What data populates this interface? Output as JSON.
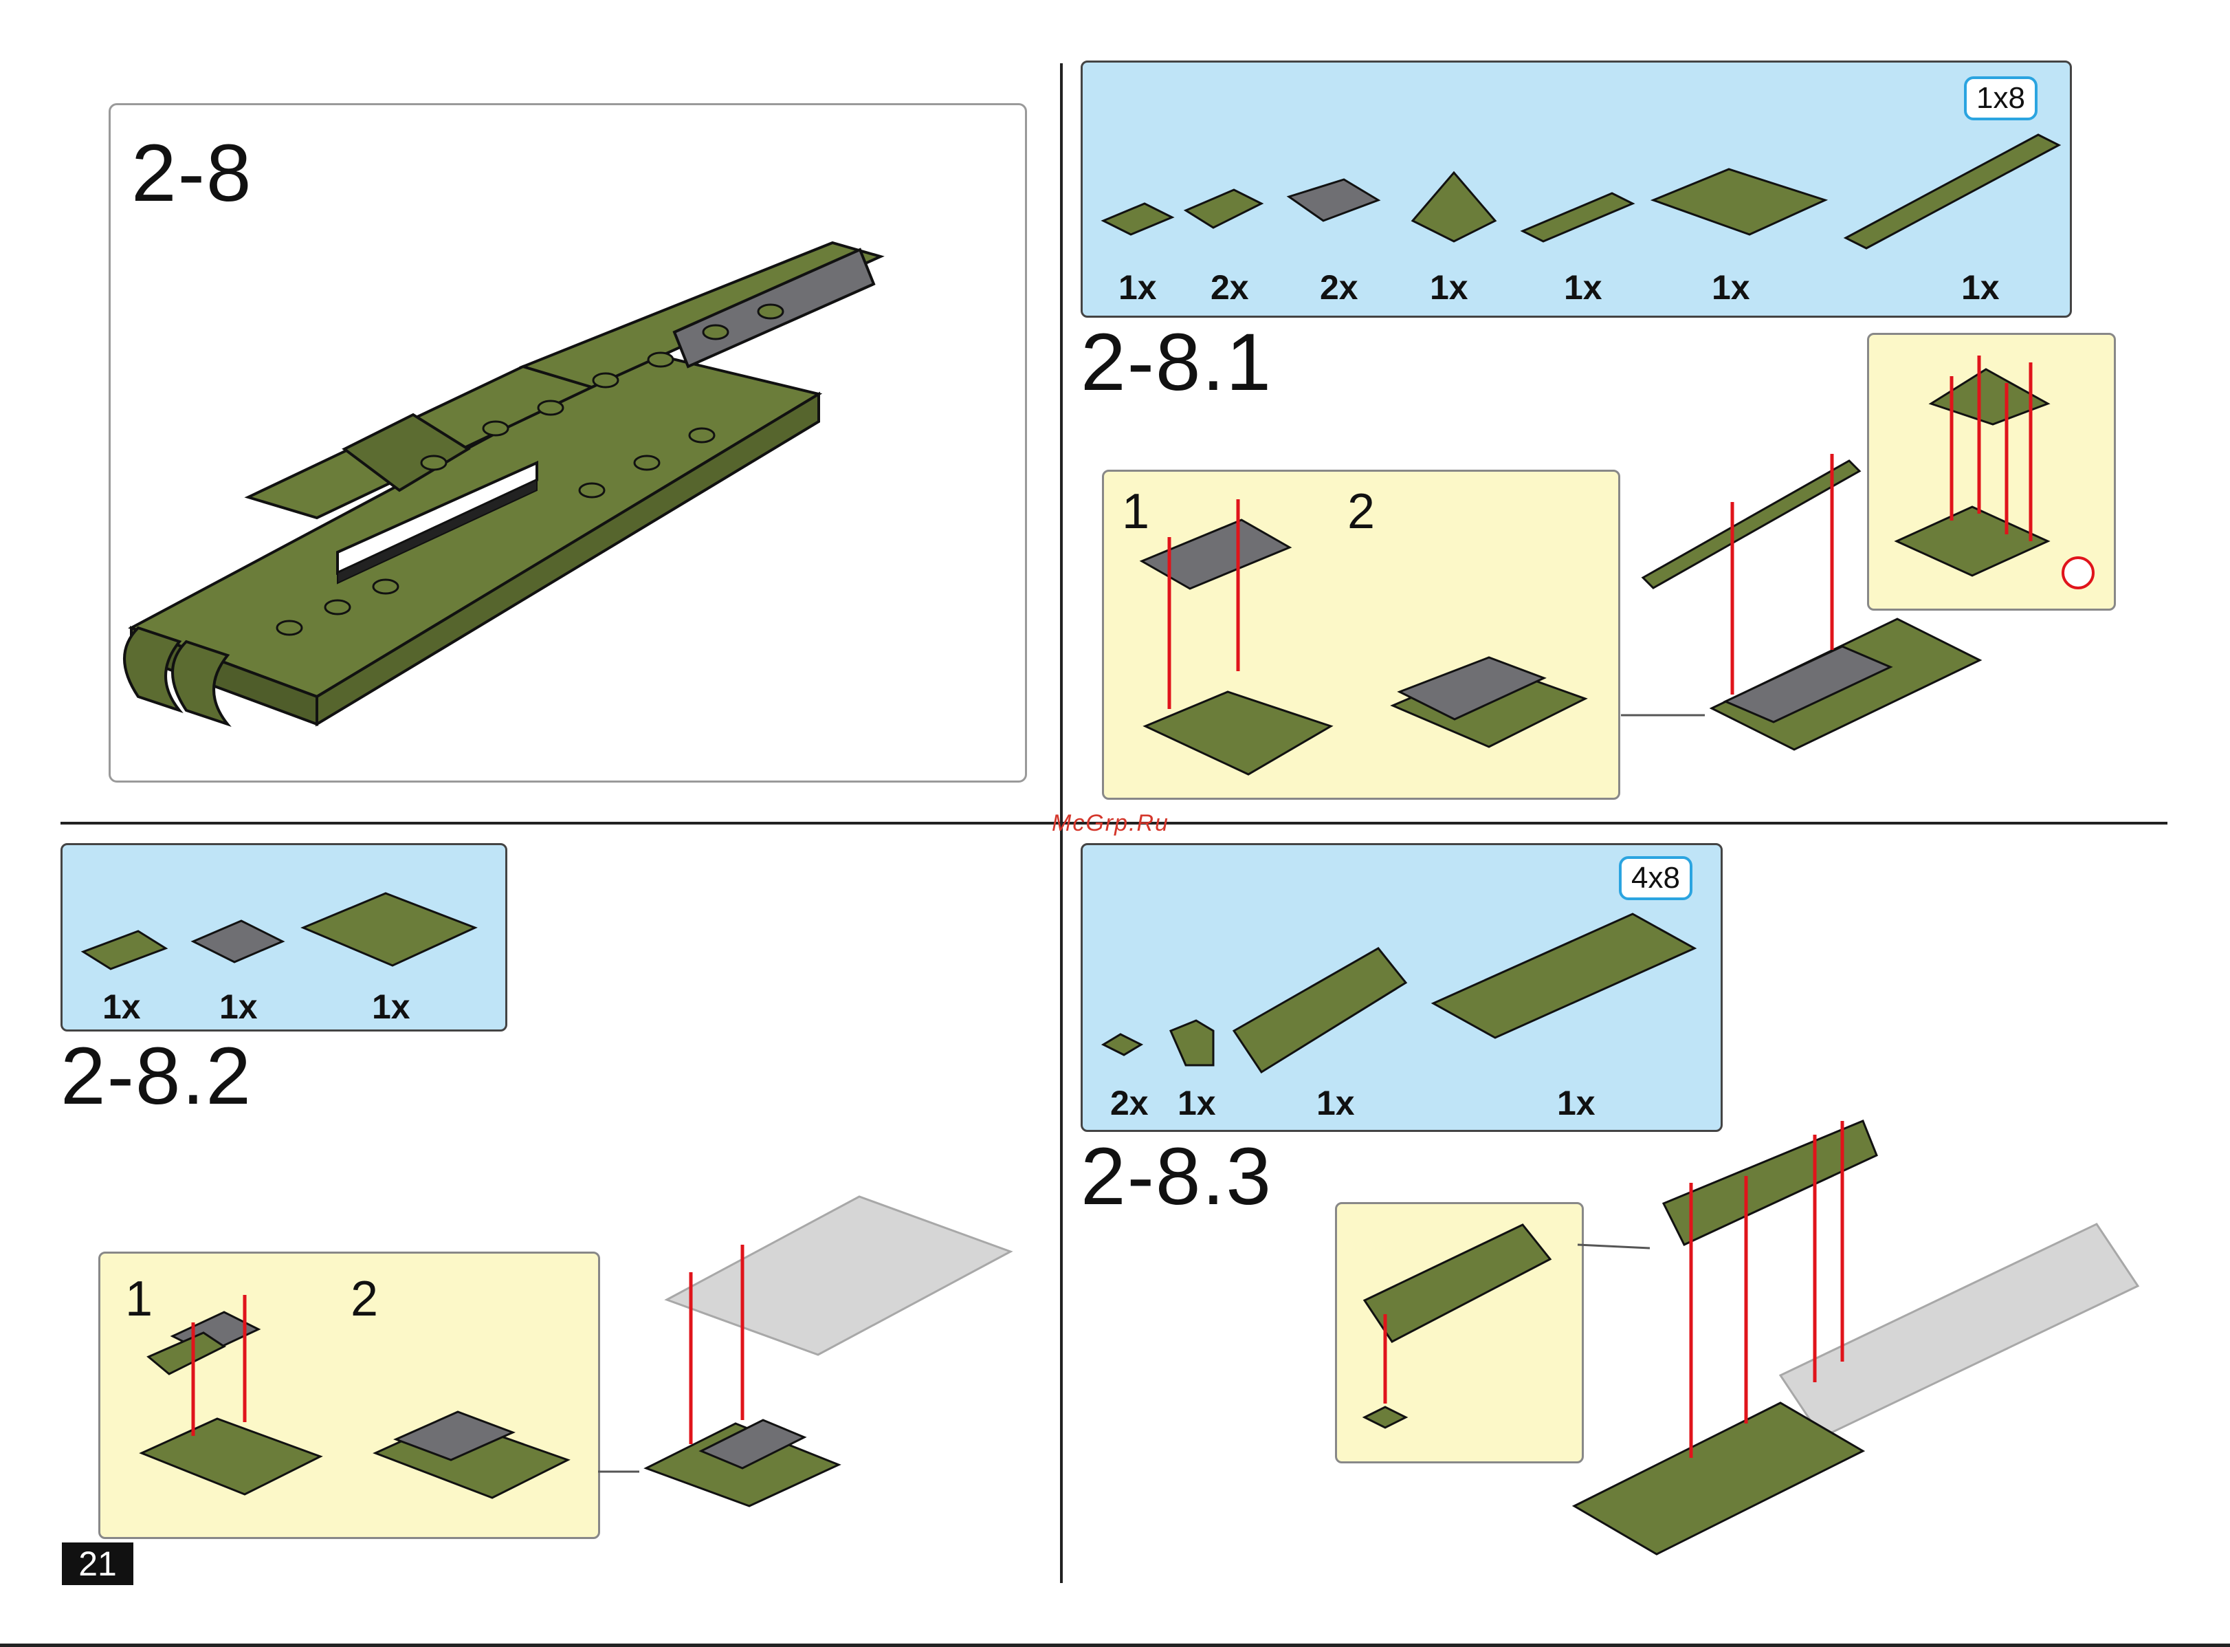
{
  "page": {
    "number": "21",
    "watermark": "McGrp.Ru"
  },
  "steps": {
    "overview": {
      "title": "2-8"
    },
    "s1": {
      "title": "2-8.1",
      "size_tag": "1x8",
      "parts": [
        "1x",
        "2x",
        "2x",
        "1x",
        "1x",
        "1x",
        "1x"
      ],
      "sub_steps": [
        "1",
        "2"
      ]
    },
    "s2": {
      "title": "2-8.2",
      "parts": [
        "1x",
        "1x",
        "1x"
      ],
      "sub_steps": [
        "1",
        "2"
      ]
    },
    "s3": {
      "title": "2-8.3",
      "size_tag": "4x8",
      "parts": [
        "2x",
        "1x",
        "1x",
        "1x"
      ]
    }
  },
  "colors": {
    "olive": "#6b7d3a",
    "olive_dark": "#4f5d2a",
    "grey_part": "#6f6f73",
    "ghost": "#d6d6d6",
    "parts_bg": "#bfe4f7",
    "sub_bg": "#fcf8c8",
    "arrow": "#e0141b"
  }
}
